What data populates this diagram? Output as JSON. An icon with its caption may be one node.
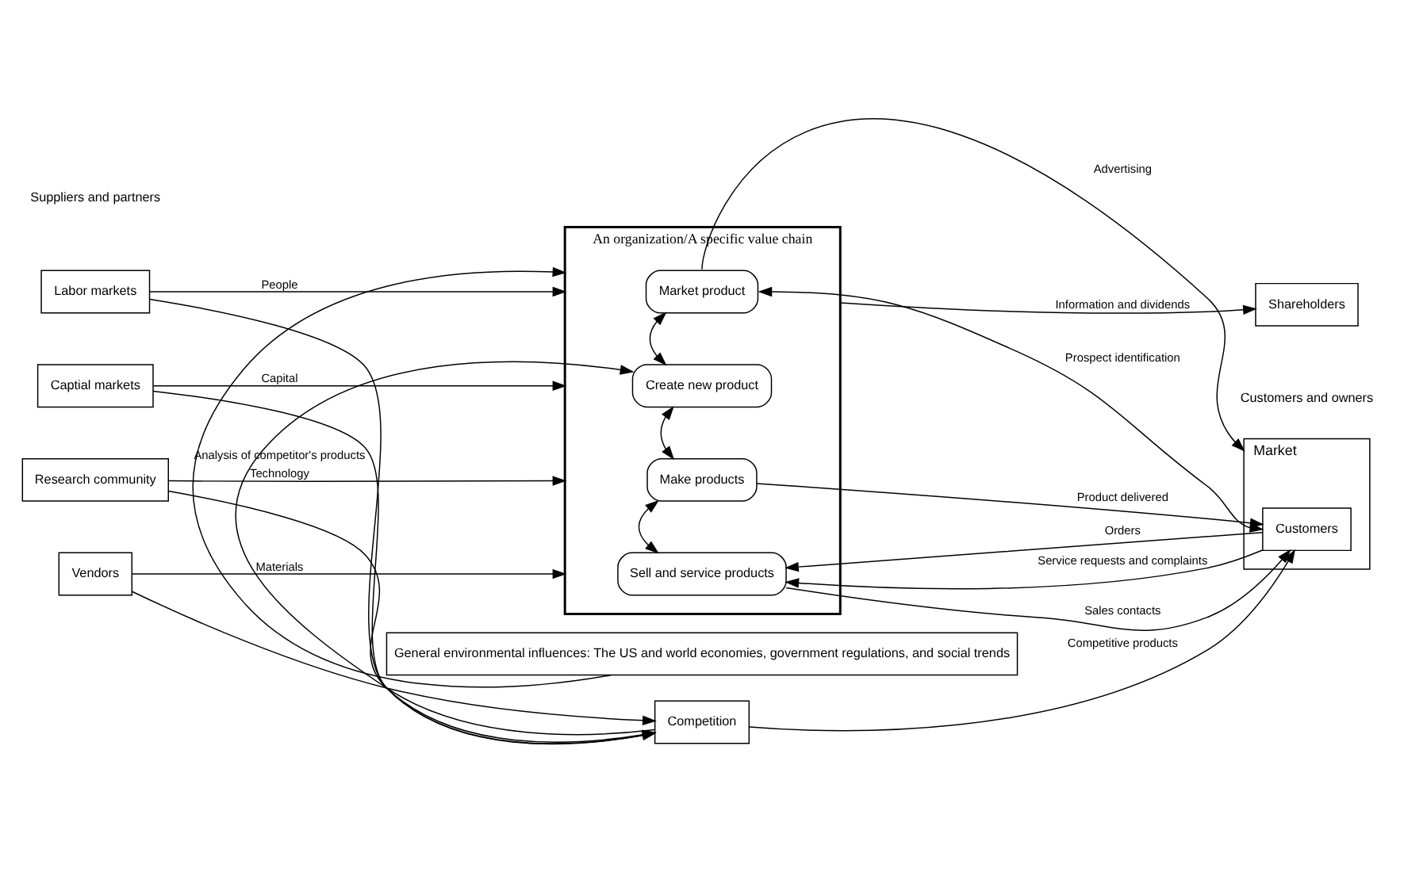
{
  "diagram": {
    "nodes": [
      {
        "text": [
          "General environmental influences: The US and world economies, government regulations, and social trends"
        ]
      },
      {
        "text": [
          "Labor markets"
        ]
      },
      {
        "text": [
          "Captial markets"
        ]
      },
      {
        "text": [
          "Research community"
        ]
      },
      {
        "text": [
          "Vendors"
        ]
      },
      {
        "text": [
          "An organization/A specific value chain"
        ]
      },
      {
        "text": [
          "Market product"
        ],
        "in": 5
      },
      {
        "text": [
          "Create new product"
        ],
        "in": 5
      },
      {
        "text": [
          "Make products"
        ],
        "in": 5
      },
      {
        "text": [
          "Sell and service products"
        ],
        "in": 5
      },
      {
        "text": [
          "Shareholders"
        ]
      },
      {
        "text": [
          "Market"
        ]
      },
      {
        "text": [
          "Customers"
        ],
        "in": 11
      },
      {
        "text": [
          "Competition"
        ]
      }
    ],
    "edges": [
      {
        "from": 0,
        "to": 5,
        "arrow": "to"
      },
      {
        "from": 1,
        "to": 5,
        "arrow": "to",
        "label": "People"
      },
      {
        "from": 2,
        "to": 5,
        "arrow": "to",
        "label": "Capital"
      },
      {
        "from": 3,
        "to": 5,
        "arrow": "to",
        "label": "Technology"
      },
      {
        "from": 4,
        "to": 5,
        "arrow": "to",
        "label": "Materials"
      },
      {
        "from": 1,
        "to": 13,
        "arrow": "to"
      },
      {
        "from": 2,
        "to": 13,
        "arrow": "to"
      },
      {
        "from": 3,
        "to": 13,
        "arrow": "to"
      },
      {
        "from": 4,
        "to": 13,
        "arrow": "to"
      },
      {
        "from": 5,
        "to": 10,
        "arrow": "to",
        "label": "Information and dividends"
      },
      {
        "from": 6,
        "to": 11,
        "arrow": "to",
        "label": "Advertising"
      },
      {
        "from": 6,
        "to": 12,
        "arrow": "both",
        "label": "Prospect identification"
      },
      {
        "from": 6,
        "to": 7,
        "arrow": "both"
      },
      {
        "from": 7,
        "to": 8,
        "arrow": "both"
      },
      {
        "from": 8,
        "to": 9,
        "arrow": "both"
      },
      {
        "from": 13,
        "to": 7,
        "arrow": "to",
        "label": "Analysis of competitor's products"
      },
      {
        "from": 8,
        "to": 12,
        "arrow": "to",
        "label": "Product delivered"
      },
      {
        "from": 9,
        "to": 12,
        "arrow": "to",
        "label": "Sales contacts"
      },
      {
        "from": 12,
        "to": 9,
        "arrow": "to",
        "label": "Orders"
      },
      {
        "from": 12,
        "to": 9,
        "arrow": "to",
        "label": "Service requests and complaints"
      },
      {
        "from": 13,
        "to": 12,
        "arrow": "to",
        "label": "Competitive products"
      }
    ],
    "labels": [
      "Suppliers and partners",
      "Customers and owners"
    ]
  }
}
